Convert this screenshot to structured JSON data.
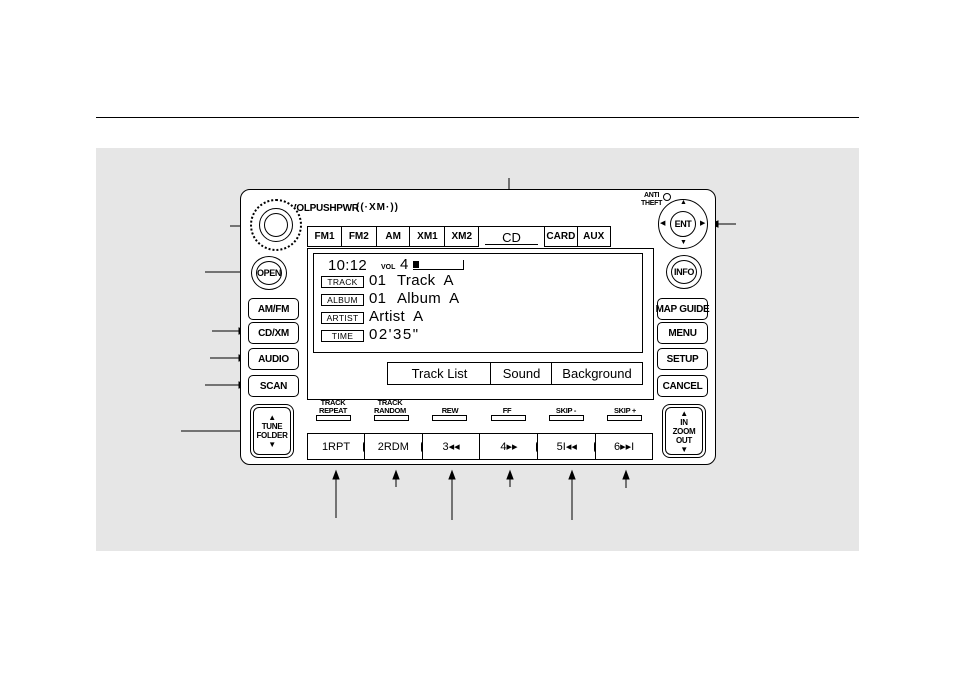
{
  "header": {
    "title": ""
  },
  "head_unit": {
    "top_labels": {
      "vol_pwr": "VOLPUSHPWR",
      "xm_logo": "((·XM·))",
      "anti_theft": "ANTI\nTHEFT"
    },
    "bands": [
      "FM1",
      "FM2",
      "AM",
      "XM1",
      "XM2",
      "CD",
      "CARD",
      "AUX"
    ],
    "left_buttons": {
      "open": "OPEN",
      "am_fm": "AM/FM",
      "cd_xm": "CD/XM",
      "audio": "AUDIO",
      "scan": "SCAN",
      "tune_folder": "TUNE\nFOLDER"
    },
    "right_buttons": {
      "ent": "ENT",
      "info": "INFO",
      "map_guide": "MAP GUIDE",
      "menu": "MENU",
      "setup": "SETUP",
      "cancel": "CANCEL",
      "zoom": "IN\nZOOM\nOUT"
    },
    "display": {
      "clock": "10:12",
      "vol_label": "VOL",
      "vol_value": "4",
      "vol_level": 0.12,
      "rows": [
        {
          "tag": "TRACK",
          "number": "01",
          "text": "Track  A"
        },
        {
          "tag": "ALBUM",
          "number": "01",
          "text": "Album  A"
        },
        {
          "tag": "ARTIST",
          "number": "",
          "text": "Artist  A"
        },
        {
          "tag": "TIME",
          "number": "",
          "text": "02'35\""
        }
      ],
      "soft_keys": [
        "Track  List",
        "Sound",
        "Background"
      ]
    },
    "function_labels": [
      {
        "label": "TRACK\nREPEAT"
      },
      {
        "label": "TRACK\nRANDOM"
      },
      {
        "label": "REW"
      },
      {
        "label": "FF"
      },
      {
        "label": "SKIP -"
      },
      {
        "label": "SKIP +"
      }
    ],
    "presets": [
      "1RPT",
      "2RDM",
      "3◂◂",
      "4▸▸",
      "5I◂◂",
      "6▸▸I"
    ]
  }
}
